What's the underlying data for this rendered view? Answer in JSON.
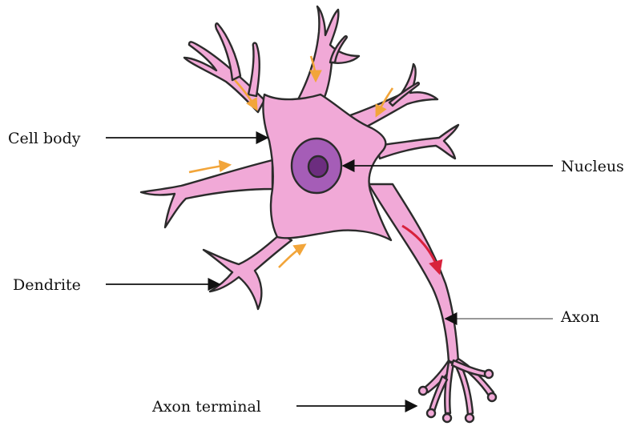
{
  "labels": {
    "cell_body": "Cell body",
    "nucleus": "Nucleus",
    "dendrite": "Dendrite",
    "axon": "Axon",
    "axon_terminal": "Axon terminal"
  },
  "colors": {
    "cytoplasm": "#f1a9d7",
    "outline": "#2b2b2b",
    "nucleus": "#a55db7",
    "nucleolus": "#6c2d7f",
    "input_arrow": "#f2a53a",
    "output_arrow": "#d8213c",
    "pointer": "#111111"
  }
}
